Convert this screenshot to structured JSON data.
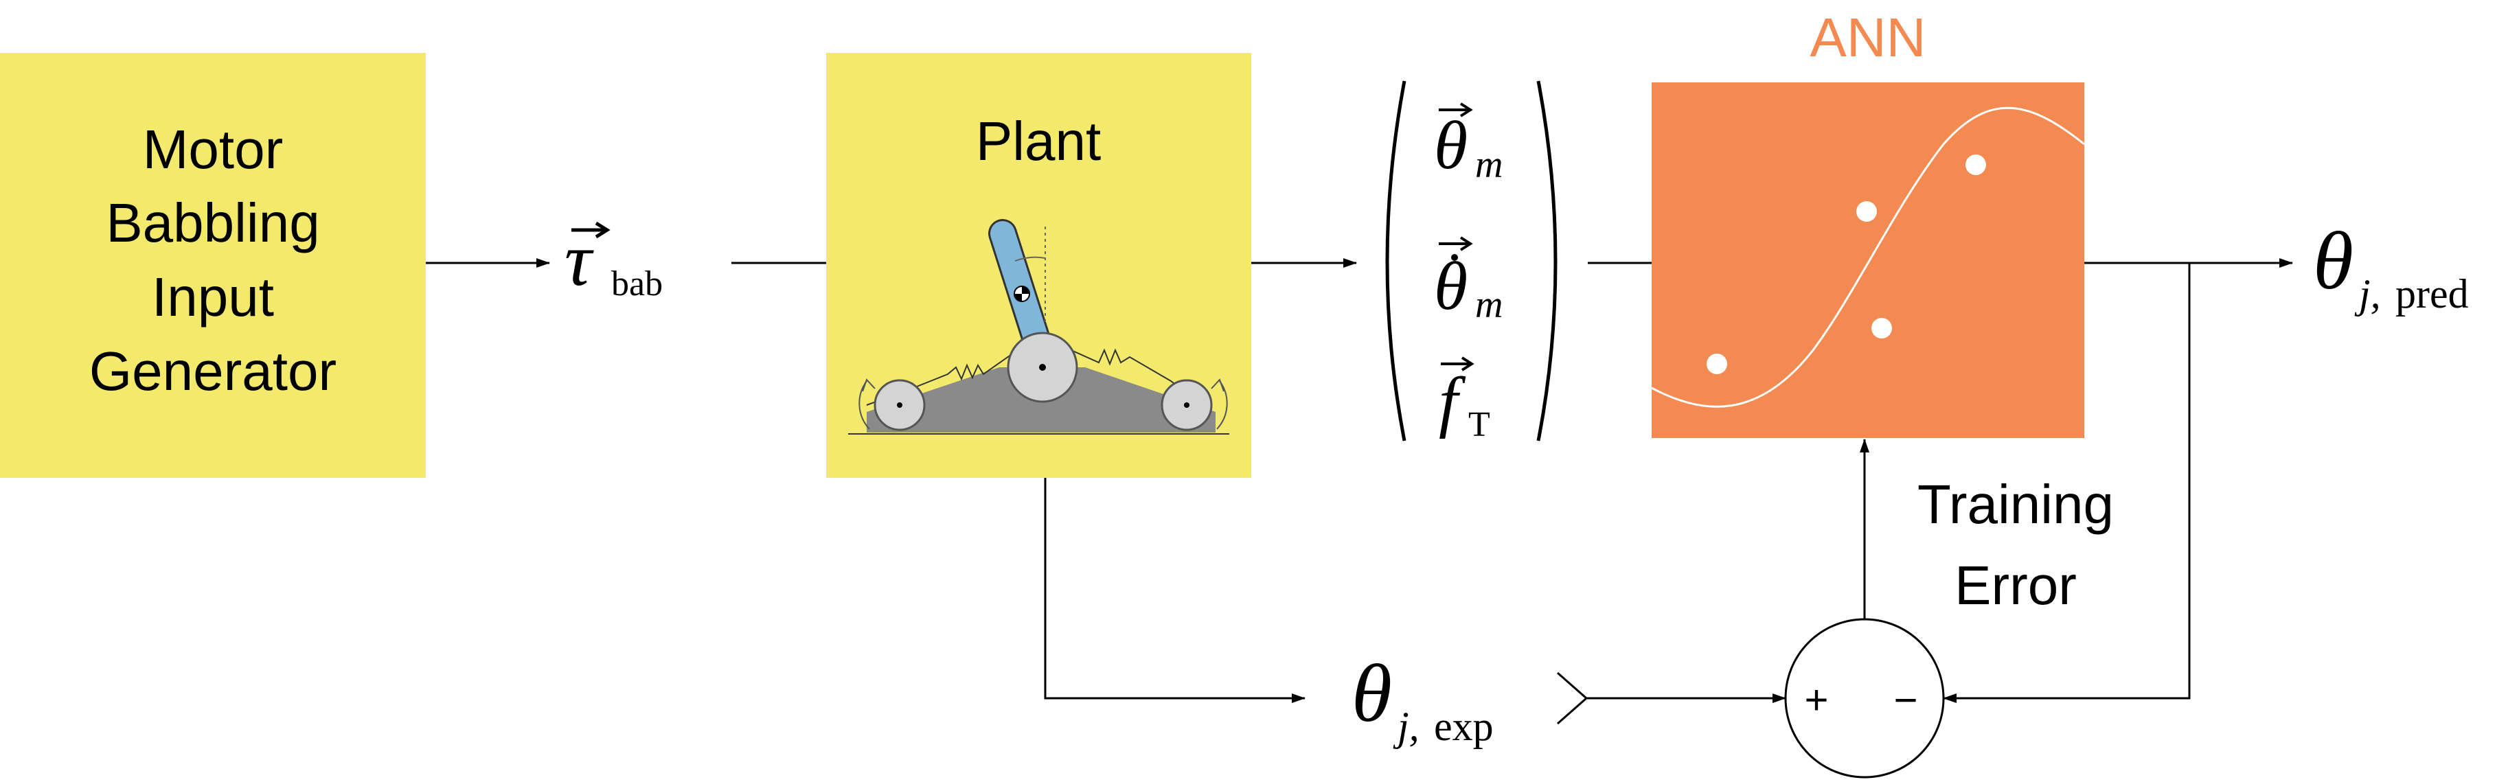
{
  "blocks": {
    "generator": {
      "lines": [
        "Motor",
        "Babbling",
        "Input",
        "Generator"
      ]
    },
    "plant": {
      "title": "Plant"
    },
    "ann": {
      "title": "ANN"
    }
  },
  "signals": {
    "tau": {
      "symbol": "τ",
      "sub": "bab"
    },
    "vector": {
      "theta_m": {
        "symbol": "θ",
        "sub": "m"
      },
      "theta_dot_m": {
        "symbol": "θ",
        "sub": "m"
      },
      "f_T": {
        "symbol": "f",
        "sub": "T"
      }
    },
    "theta_pred": {
      "symbol": "θ",
      "sub_j": "j,",
      "sub_rest": "pred"
    },
    "theta_exp": {
      "symbol": "θ",
      "sub_j": "j,",
      "sub_rest": "exp"
    },
    "training_error": [
      "Training",
      "Error"
    ],
    "sum": {
      "plus": "+",
      "minus": "−"
    }
  },
  "colors": {
    "block_yellow": "#F3E96C",
    "ann_orange": "#F38A52",
    "ann_title": "#F38A52",
    "link_blue": "#7FB6D9",
    "base_gray": "#8A8A8A",
    "wheel_gray": "#D4D4D4"
  }
}
